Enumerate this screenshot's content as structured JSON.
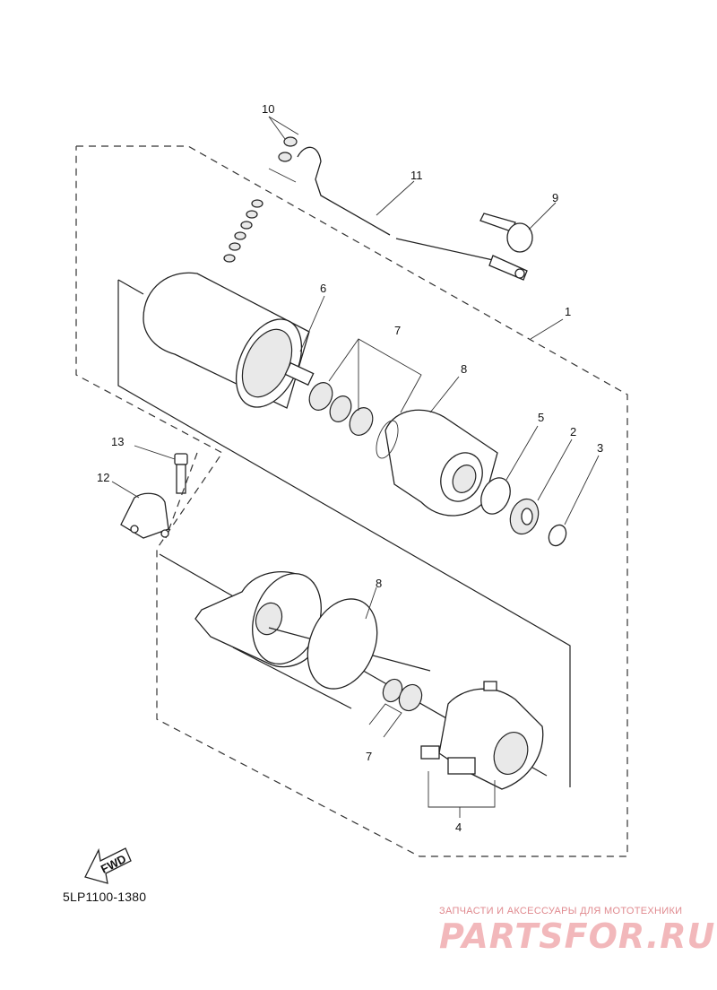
{
  "diagram": {
    "code": "5LP1100-1380",
    "fwd_label": "FWD",
    "callouts": [
      {
        "id": "c1",
        "label": "1"
      },
      {
        "id": "c2",
        "label": "2"
      },
      {
        "id": "c3",
        "label": "3"
      },
      {
        "id": "c4",
        "label": "4"
      },
      {
        "id": "c5",
        "label": "5"
      },
      {
        "id": "c6",
        "label": "6"
      },
      {
        "id": "c7a",
        "label": "7"
      },
      {
        "id": "c7b",
        "label": "7"
      },
      {
        "id": "c8a",
        "label": "8"
      },
      {
        "id": "c8b",
        "label": "8"
      },
      {
        "id": "c9",
        "label": "9"
      },
      {
        "id": "c10",
        "label": "10"
      },
      {
        "id": "c11",
        "label": "11"
      },
      {
        "id": "c12",
        "label": "12"
      },
      {
        "id": "c13",
        "label": "13"
      }
    ]
  },
  "watermark": {
    "tagline": "ЗАПЧАСТИ И АКСЕССУАРЫ ДЛЯ МОТОТЕХНИКИ",
    "logo": "PARTSFOR.RU",
    "colors": {
      "tagline": "#e08a8f",
      "logo": "#f2b8bb"
    }
  }
}
